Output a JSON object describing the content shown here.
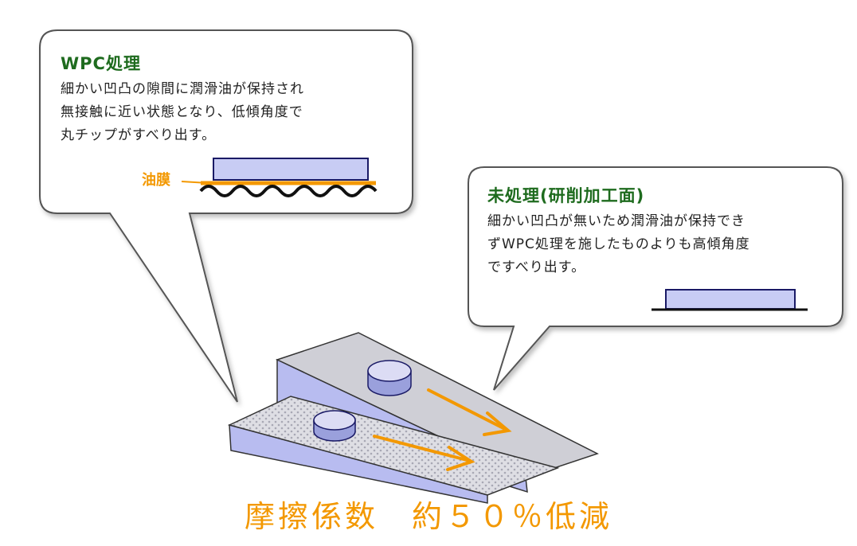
{
  "wpc": {
    "title": "WPC処理",
    "lines": [
      "細かい凹凸の隙間に潤滑油が保持され",
      "無接触に近い状態となり、低傾角度で",
      "丸チップがすべり出す。"
    ],
    "oil_label": "油膜"
  },
  "untreated": {
    "title": "未処理(研削加工面)",
    "lines": [
      "細かい凹凸が無いため潤滑油が保持でき",
      "ずWPC処理を施したものよりも高傾角度",
      "ですべり出す。"
    ]
  },
  "caption": "摩擦係数　約５０％低減",
  "colors": {
    "title_green": "#1e6b1e",
    "accent_orange": "#f39800",
    "chip_fill": "#c8ccf4",
    "chip_stroke": "#1a1a66",
    "ramp_side": "#b8bcf0",
    "ramp_top": "#cfcfd6"
  }
}
